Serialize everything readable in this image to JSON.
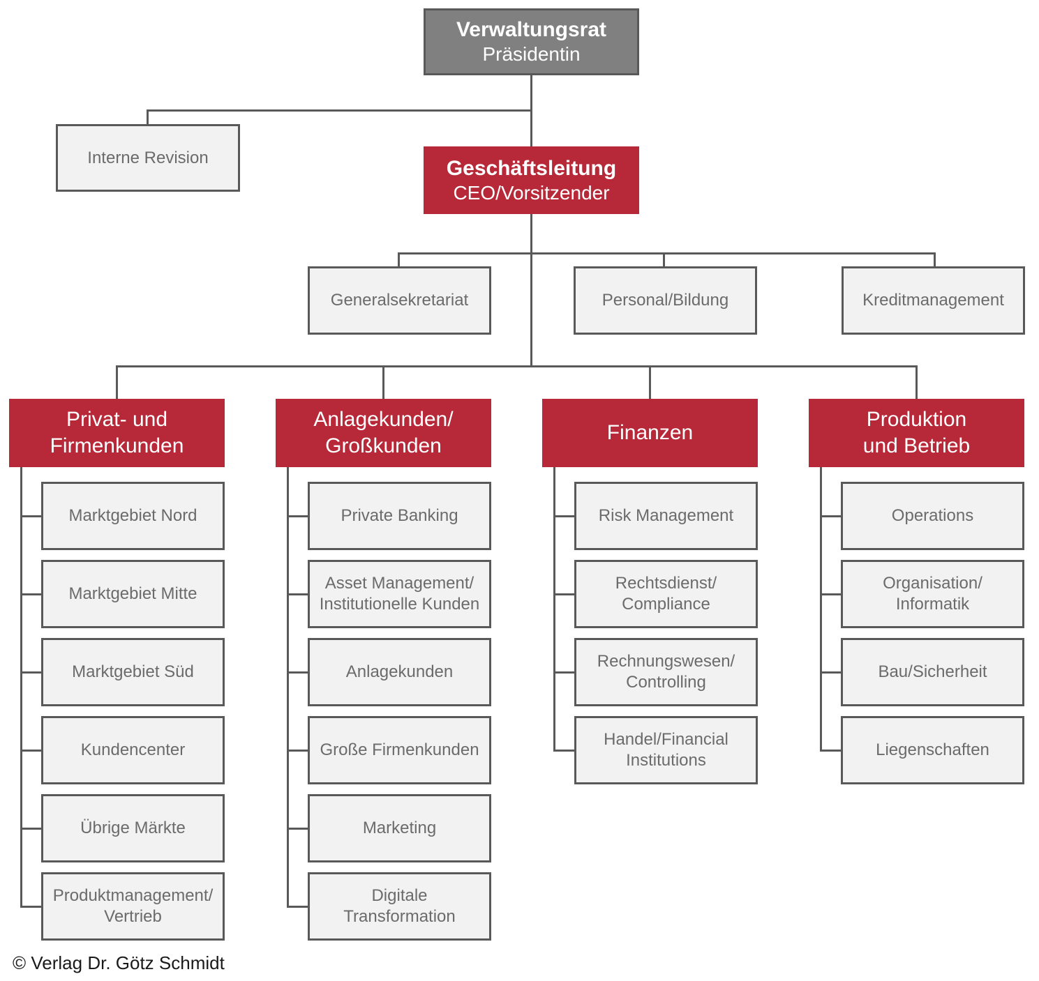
{
  "board": {
    "title": "Verwaltungsrat",
    "subtitle": "Präsidentin"
  },
  "audit": {
    "label": "Interne Revision"
  },
  "management": {
    "title": "Geschäftsleitung",
    "subtitle": "CEO/Vorsitzender"
  },
  "staff_units": [
    {
      "label": "Generalsekretariat"
    },
    {
      "label": "Personal/Bildung"
    },
    {
      "label": "Kreditmanagement"
    }
  ],
  "divisions": [
    {
      "title_lines": [
        "Privat- und",
        "Firmenkunden"
      ],
      "units": [
        {
          "lines": [
            "Marktgebiet Nord"
          ]
        },
        {
          "lines": [
            "Marktgebiet Mitte"
          ]
        },
        {
          "lines": [
            "Marktgebiet Süd"
          ]
        },
        {
          "lines": [
            "Kundencenter"
          ]
        },
        {
          "lines": [
            "Übrige Märkte"
          ]
        },
        {
          "lines": [
            "Produktmanagement/",
            "Vertrieb"
          ]
        }
      ]
    },
    {
      "title_lines": [
        "Anlagekunden/",
        "Großkunden"
      ],
      "units": [
        {
          "lines": [
            "Private Banking"
          ]
        },
        {
          "lines": [
            "Asset Management/",
            "Institutionelle Kunden"
          ]
        },
        {
          "lines": [
            "Anlagekunden"
          ]
        },
        {
          "lines": [
            "Große Firmenkunden"
          ]
        },
        {
          "lines": [
            "Marketing"
          ]
        },
        {
          "lines": [
            "Digitale",
            "Transformation"
          ]
        }
      ]
    },
    {
      "title_lines": [
        "Finanzen"
      ],
      "units": [
        {
          "lines": [
            "Risk Management"
          ]
        },
        {
          "lines": [
            "Rechtsdienst/",
            "Compliance"
          ]
        },
        {
          "lines": [
            "Rechnungswesen/",
            "Controlling"
          ]
        },
        {
          "lines": [
            "Handel/Financial",
            "Institutions"
          ]
        }
      ]
    },
    {
      "title_lines": [
        "Produktion",
        "und Betrieb"
      ],
      "units": [
        {
          "lines": [
            "Operations"
          ]
        },
        {
          "lines": [
            "Organisation/",
            "Informatik"
          ]
        },
        {
          "lines": [
            "Bau/Sicherheit"
          ]
        },
        {
          "lines": [
            "Liegenschaften"
          ]
        }
      ]
    }
  ],
  "colors": {
    "accent_red": "#b72838",
    "board_grey": "#808080",
    "box_fill": "#f2f2f2",
    "line": "#595959"
  },
  "footer": {
    "copyright": "© Verlag Dr. Götz Schmidt"
  }
}
